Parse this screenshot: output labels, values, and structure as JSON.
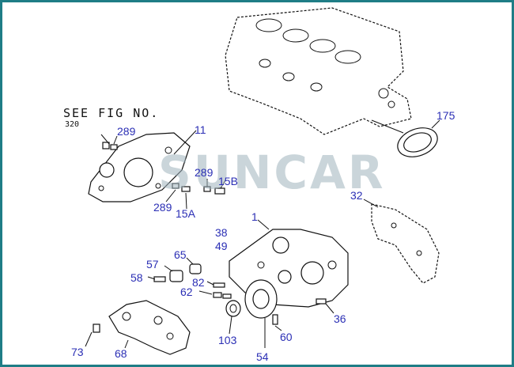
{
  "note": {
    "line1": "SEE FIG NO.",
    "line2": "320"
  },
  "watermark": "SUNCAR",
  "callouts": [
    "175",
    "289",
    "11",
    "289",
    "15B",
    "289",
    "15A",
    "32",
    "1",
    "38",
    "49",
    "65",
    "57",
    "58",
    "82",
    "62",
    "36",
    "103",
    "60",
    "73",
    "68",
    "54"
  ],
  "colors": {
    "border": "#1f7d86",
    "callout": "#2b2fb5",
    "watermark": "#9fb4bd"
  }
}
